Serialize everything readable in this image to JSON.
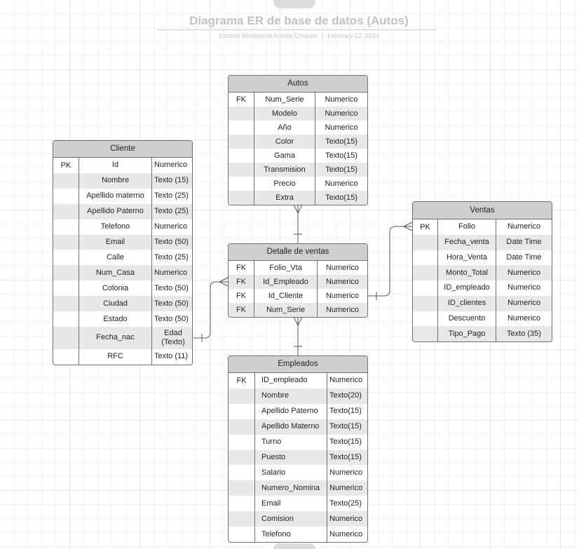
{
  "header": {
    "title": "Diagrama ER de base de datos (Autos)",
    "author": "Estrella Montserrat Acosta Chiquito",
    "separator": "|",
    "date": "February 22, 2024"
  },
  "tables": {
    "autos": {
      "name": "Autos",
      "rows": [
        {
          "key": "FK",
          "field": "Num_Serie",
          "type": "Numerico"
        },
        {
          "key": "",
          "field": "Modelo",
          "type": "Numerico"
        },
        {
          "key": "",
          "field": "Año",
          "type": "Numerico"
        },
        {
          "key": "",
          "field": "Color",
          "type": "Texto(15)"
        },
        {
          "key": "",
          "field": "Gama",
          "type": "Texto(15)"
        },
        {
          "key": "",
          "field": "Transmision",
          "type": "Texto(15)"
        },
        {
          "key": "",
          "field": "Precio",
          "type": "Numerico"
        },
        {
          "key": "",
          "field": "Extra",
          "type": "Texto(15)"
        }
      ]
    },
    "cliente": {
      "name": "Cliente",
      "rows": [
        {
          "key": "PK",
          "field": "Id",
          "type": "Numerico"
        },
        {
          "key": "",
          "field": "Nombre",
          "type": "Texto (15)"
        },
        {
          "key": "",
          "field": "Apellido materno",
          "type": "Texto (25)"
        },
        {
          "key": "",
          "field": "Apellido Paterno",
          "type": "Texto (25)"
        },
        {
          "key": "",
          "field": "Telefono",
          "type": "Numerico"
        },
        {
          "key": "",
          "field": "Email",
          "type": "Texto (50)"
        },
        {
          "key": "",
          "field": "Calle",
          "type": "Texto (25)"
        },
        {
          "key": "",
          "field": "Num_Casa",
          "type": "Numerico"
        },
        {
          "key": "",
          "field": "Colonia",
          "type": "Texto (50)"
        },
        {
          "key": "",
          "field": "Ciudad",
          "type": "Texto (50)"
        },
        {
          "key": "",
          "field": "Estado",
          "type": "Texto (50)"
        },
        {
          "key": "",
          "field": "Fecha_nac",
          "type": "Edad (Texto)"
        },
        {
          "key": "",
          "field": "RFC",
          "type": "Texto (11)"
        }
      ]
    },
    "detalle": {
      "name": "Detalle de ventas",
      "rows": [
        {
          "key": "FK",
          "field": "Folio_Vta",
          "type": "Numerico"
        },
        {
          "key": "FK",
          "field": "Id_Empleado",
          "type": "Numerico"
        },
        {
          "key": "FK",
          "field": "Id_Cliente",
          "type": "Numerico"
        },
        {
          "key": "FK",
          "field": "Num_Serie",
          "type": "Numerico"
        }
      ]
    },
    "ventas": {
      "name": "Ventas",
      "rows": [
        {
          "key": "PK",
          "field": "Folio",
          "type": "Numerico"
        },
        {
          "key": "",
          "field": "Fecha_venta",
          "type": "Date Time"
        },
        {
          "key": "",
          "field": "Hora_Venta",
          "type": "Date Time"
        },
        {
          "key": "",
          "field": "Monto_Total",
          "type": "Numerico"
        },
        {
          "key": "",
          "field": "ID_empleado",
          "type": "Numerico"
        },
        {
          "key": "",
          "field": "ID_clientes",
          "type": "Numerico"
        },
        {
          "key": "",
          "field": "Descuento",
          "type": "Numerico"
        },
        {
          "key": "",
          "field": "Tipo_Pago",
          "type": "Texto (35)"
        }
      ]
    },
    "empleados": {
      "name": "Empleados",
      "rows": [
        {
          "key": "FK",
          "field": "ID_empleado",
          "type": "Numerico"
        },
        {
          "key": "",
          "field": "Nombre",
          "type": "Texto(20)"
        },
        {
          "key": "",
          "field": "Apellido Paterno",
          "type": "Texto(15)"
        },
        {
          "key": "",
          "field": "Apellido Materno",
          "type": "Texto(15)"
        },
        {
          "key": "",
          "field": "Turno",
          "type": "Texto(15)"
        },
        {
          "key": "",
          "field": "Puesto",
          "type": "Texto(15)"
        },
        {
          "key": "",
          "field": "Salario",
          "type": "Numerico"
        },
        {
          "key": "",
          "field": "Numero_Nomina",
          "type": "Numerico"
        },
        {
          "key": "",
          "field": "Email",
          "type": "Texto(25)"
        },
        {
          "key": "",
          "field": "Comision",
          "type": "Numerico"
        },
        {
          "key": "",
          "field": "Telefono",
          "type": "Numerico"
        }
      ]
    }
  }
}
